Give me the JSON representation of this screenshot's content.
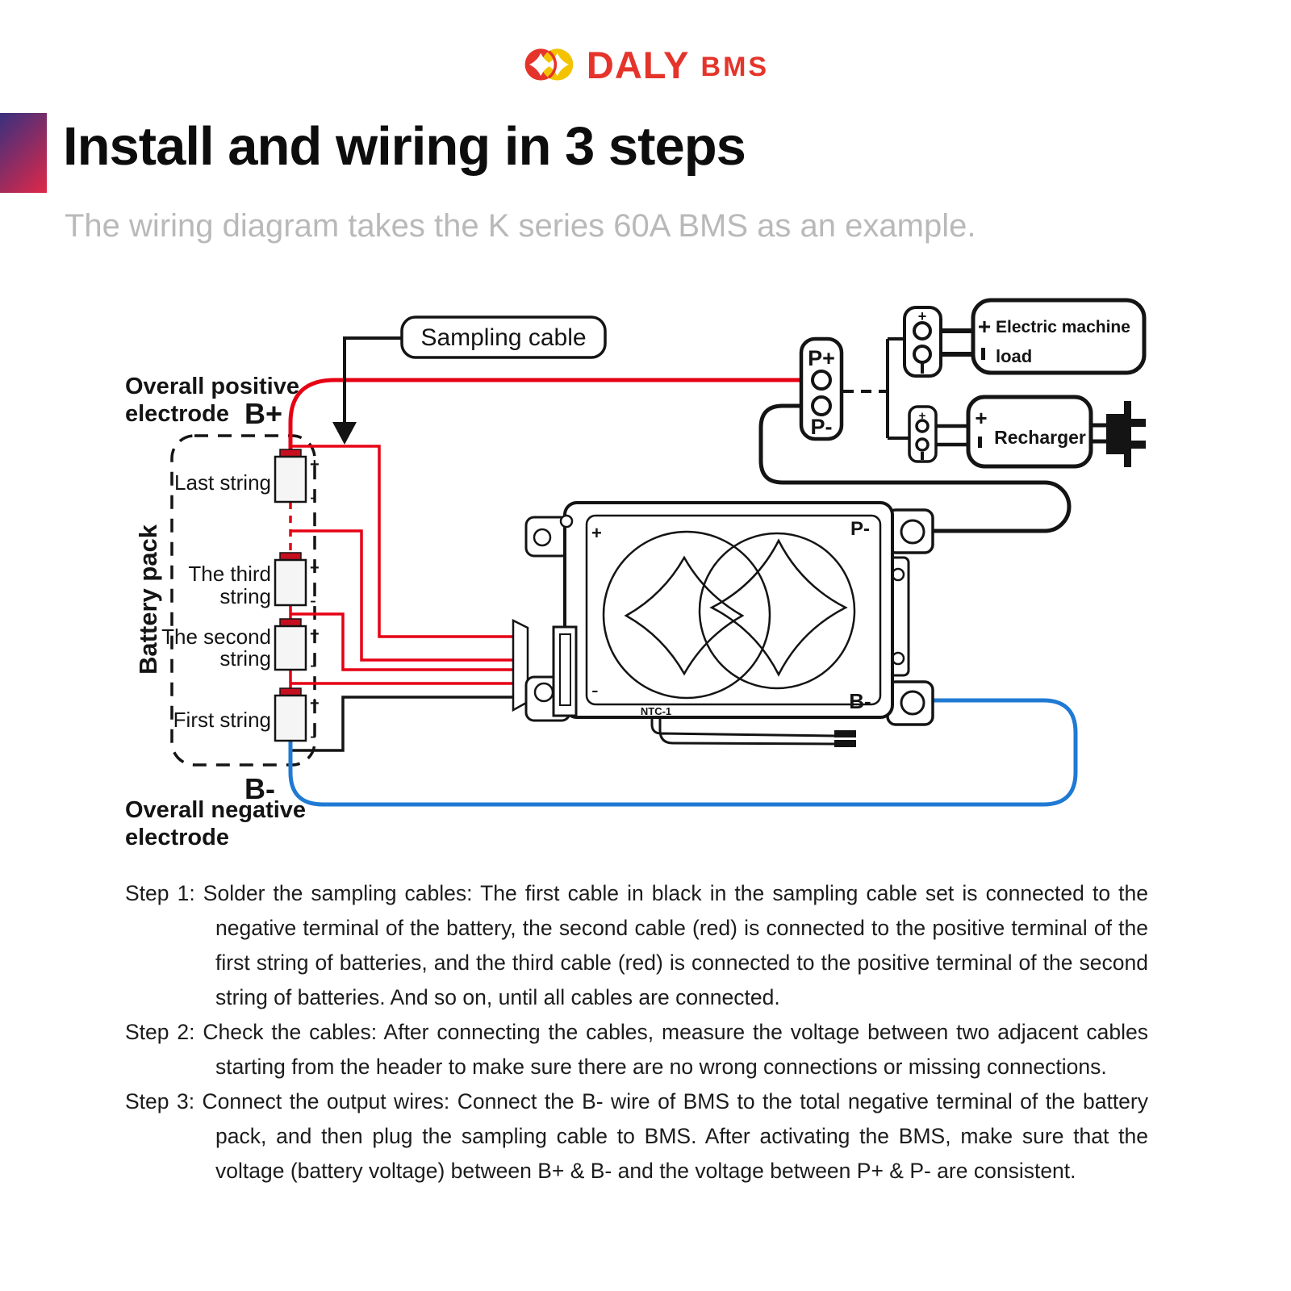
{
  "header": {
    "brand": "DALY",
    "brand_suffix": "BMS",
    "title": "Install and wiring in 3 steps",
    "subtitle": "The wiring diagram takes the K series 60A BMS as an example."
  },
  "colors": {
    "brand_red": "#e5342b",
    "logo_yellow": "#f3c300",
    "wire_red": "#e60014",
    "wire_blue": "#1f7ad3",
    "ink": "#141414",
    "subtitle_gray": "#b9b9b9",
    "title_bar_from": "#38307f",
    "title_bar_to": "#e02848"
  },
  "diagram": {
    "sampling_cable": "Sampling cable",
    "overall_positive": [
      "Overall positive",
      "electrode"
    ],
    "overall_negative": [
      "Overall negative",
      "electrode"
    ],
    "b_plus": "B+",
    "b_minus": "B-",
    "battery_pack": "Battery pack",
    "strings": {
      "last": "Last string",
      "third": [
        "The third",
        "string"
      ],
      "second": [
        "The second",
        "string"
      ],
      "first": "First string"
    },
    "sym": {
      "plus": "+",
      "minus": "-"
    },
    "bms": {
      "plus": "+",
      "minus": "-",
      "p_minus": "P-",
      "b_minus": "B-",
      "ntc": "NTC-1"
    },
    "p_connector": {
      "p_plus": "P+",
      "p_minus": "P-"
    },
    "load_box": [
      "Electric machine",
      "load"
    ],
    "recharger": "Recharger"
  },
  "steps": [
    {
      "label": "Step 1:",
      "text": "Solder the sampling cables: The first cable in black in the sampling cable set is connected to the negative terminal of the battery, the second cable (red) is connected to the positive terminal of the first string of batteries, and the third cable (red) is connected to the positive terminal of the second string of batteries. And so on, until all cables are connected."
    },
    {
      "label": "Step 2:",
      "text": "Check the cables: After connecting the cables, measure the voltage between two adjacent cables starting from the header to make sure there are no wrong connections or missing connections."
    },
    {
      "label": "Step 3:",
      "text": "Connect the output wires: Connect the B- wire of BMS to the total negative terminal of the battery pack, and then plug the sampling cable to BMS. After activating the BMS, make sure that the voltage (battery voltage) between B+ & B- and the voltage between P+ & P- are consistent."
    }
  ]
}
